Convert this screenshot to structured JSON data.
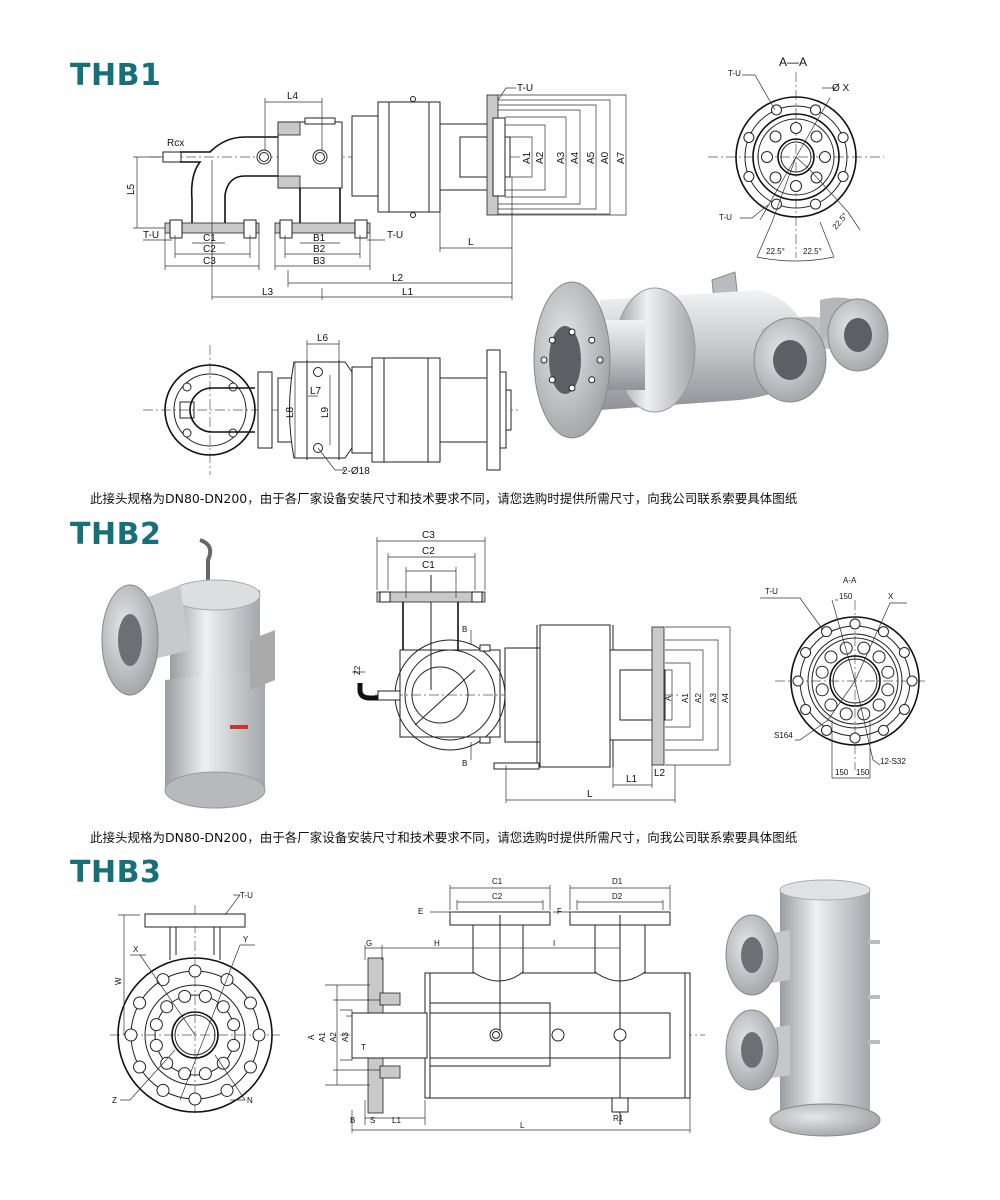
{
  "thb1": {
    "title": "THB1",
    "side_view": {
      "Rcx": "Rcx",
      "L4": "L4",
      "L5": "L5",
      "TU_top": "T-U",
      "TU_left": "T-U",
      "TU_right": "T-U",
      "C1": "C1",
      "C2": "C2",
      "C3": "C3",
      "B1": "B1",
      "B2": "B2",
      "B3": "B3",
      "L": "L",
      "L1": "L1",
      "L2": "L2",
      "L3": "L3",
      "A1": "A1",
      "A2": "A2",
      "A3": "A3",
      "A4": "A4",
      "A5": "A5",
      "A0": "A0",
      "A7": "A7"
    },
    "section": {
      "title": "A—A",
      "TU_top": "T-U",
      "TU_bottom": "T-U",
      "X": "Ø X",
      "ang1": "22.5°",
      "ang2": "22.5°",
      "ang3": "22.5°"
    },
    "top_view": {
      "L6": "L6",
      "L7": "L7",
      "L8": "L8",
      "L9": "L9",
      "holes": "2-Ø18"
    },
    "note": "此接头规格为DN80-DN200，由于各厂家设备安装尺寸和技术要求不同，请您选购时提供所需尺寸，向我公司联系索要具体图纸"
  },
  "thb2": {
    "title": "THB2",
    "drawing": {
      "C1": "C1",
      "C2": "C2",
      "C3": "C3",
      "B_top": "B",
      "B_bottom": "B",
      "Z2": "Z2",
      "A": "A",
      "A1": "A1",
      "A2": "A2",
      "A3": "A3",
      "A4": "A4",
      "L": "L",
      "L1": "L1",
      "L2": "L2"
    },
    "section": {
      "title": "A-A",
      "TU": "T-U",
      "X": "X",
      "d150_top": "150",
      "d150_l": "150",
      "d150_r": "150",
      "S164": "S164",
      "holes": "12-S32"
    },
    "note": "此接头规格为DN80-DN200，由于各厂家设备安装尺寸和技术要求不同，请您选购时提供所需尺寸，向我公司联系索要具体图纸"
  },
  "thb3": {
    "title": "THB3",
    "end_view": {
      "TU": "T-U",
      "W": "W",
      "X": "X",
      "Y": "Y",
      "Z": "Z",
      "N": "N"
    },
    "side_view": {
      "C1": "C1",
      "C2": "C2",
      "D1": "D1",
      "D2": "D2",
      "E": "E",
      "F": "F",
      "G": "G",
      "H": "H",
      "I": "I",
      "A": "A",
      "A1": "A1",
      "A2": "A2",
      "A3": "A3",
      "T": "T",
      "B": "B",
      "S": "S",
      "L1": "L1",
      "L": "L",
      "R1": "R1"
    }
  },
  "colors": {
    "title": "#16707a",
    "metal": "#c4c6c9",
    "line": "#222222"
  }
}
